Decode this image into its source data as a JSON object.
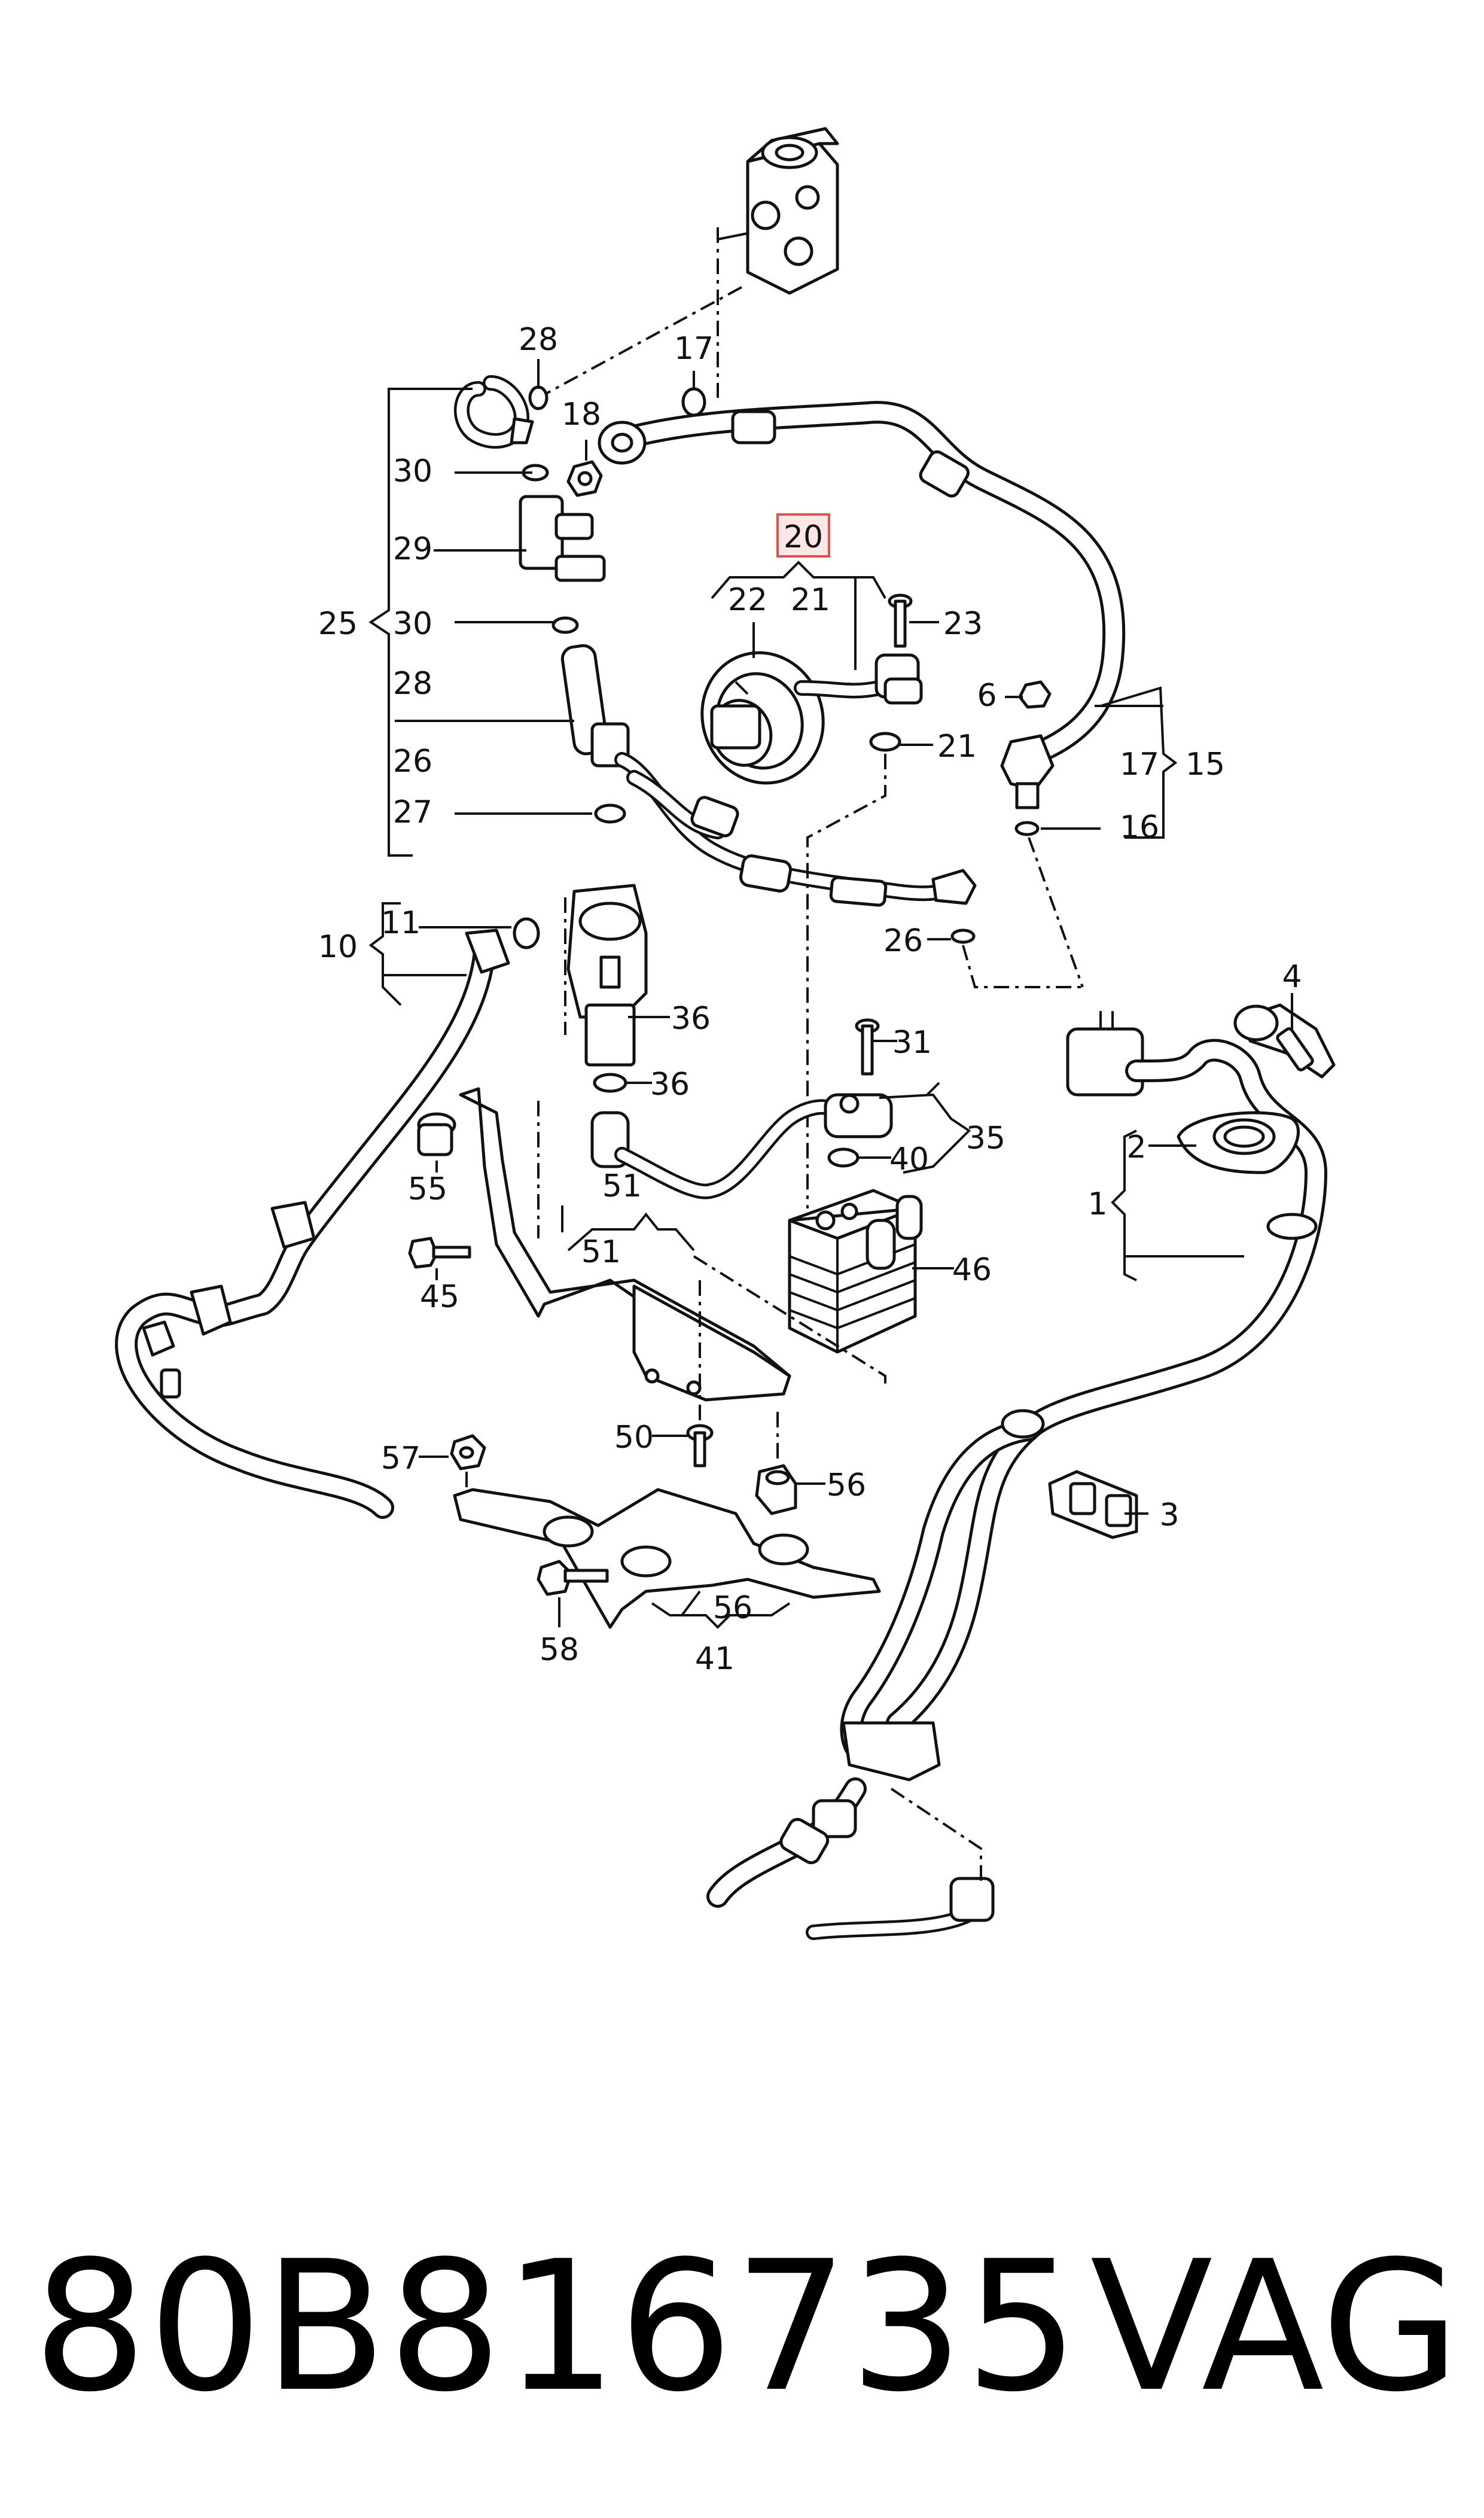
{
  "diagram": {
    "highlighted_label": "20",
    "callouts": [
      "1",
      "2",
      "3",
      "4",
      "6",
      "10",
      "11",
      "15",
      "16",
      "17",
      "17",
      "18",
      "21",
      "21",
      "22",
      "23",
      "25",
      "26",
      "26",
      "27",
      "28",
      "28",
      "29",
      "30",
      "30",
      "31",
      "35",
      "36",
      "36",
      "40",
      "41",
      "45",
      "46",
      "50",
      "51",
      "51",
      "55",
      "56",
      "56",
      "57",
      "58"
    ]
  },
  "footer": {
    "part_number": "80B816735",
    "brand": "VAG"
  }
}
